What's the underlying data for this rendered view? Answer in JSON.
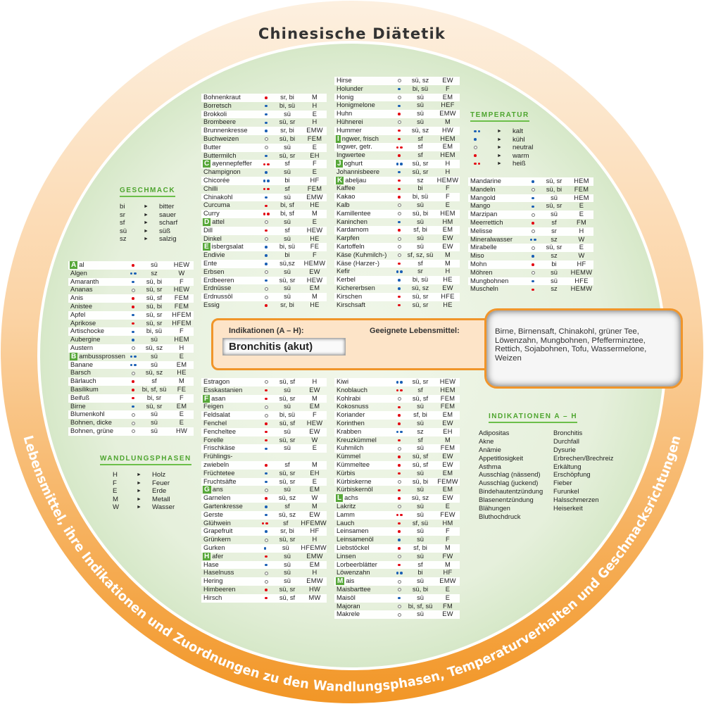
{
  "title": "Chinesische Diätetik",
  "subtitle": "Lebensmittel, ihre Indikationen und Zuordnungen zu den Wandlungsphasen, Temperaturverhalten und Geschmacksrichtungen",
  "colors": {
    "ring_top": "#fdebd6",
    "ring_bottom": "#f29626",
    "inner": "#dcebd0",
    "badge": "#58a83a",
    "cold": "#1a5fb4",
    "warm": "#e30613"
  },
  "geschmack": {
    "title": "GESCHMACK",
    "items": [
      [
        "bi",
        "bitter"
      ],
      [
        "sr",
        "sauer"
      ],
      [
        "sf",
        "scharf"
      ],
      [
        "sü",
        "süß"
      ],
      [
        "sz",
        "salzig"
      ]
    ]
  },
  "temperatur": {
    "title": "TEMPERATUR",
    "items": [
      [
        "2b",
        "kalt"
      ],
      [
        "b",
        "kühl"
      ],
      [
        "o",
        "neutral"
      ],
      [
        "r",
        "warm"
      ],
      [
        "2r",
        "heiß"
      ]
    ]
  },
  "wandlungsphasen": {
    "title": "WANDLUNGSPHASEN",
    "items": [
      [
        "H",
        "Holz"
      ],
      [
        "F",
        "Feuer"
      ],
      [
        "E",
        "Erde"
      ],
      [
        "M",
        "Metall"
      ],
      [
        "W",
        "Wasser"
      ]
    ]
  },
  "indikationen": {
    "title": "INDIKATIONEN A – H",
    "col1": [
      "Adipositas",
      "Akne",
      "Anämie",
      "Appetitlosigkeit",
      "Asthma",
      "Ausschlag (nässend)",
      "Ausschlag (juckend)",
      "Bindehautentzündung",
      "Blasenentzündung",
      "Blähungen",
      "Bluthochdruck"
    ],
    "col2": [
      "Bronchitis",
      "Durchfall",
      "Dysurie",
      "Erbrechen/Brechreiz",
      "Erkältung",
      "Erschöpfung",
      "Fieber",
      "Furunkel",
      "Halsschmerzen",
      "Heiserkeit"
    ]
  },
  "panel": {
    "indication_label": "Indikationen (A – H):",
    "indication_value": "Bronchitis (akut)",
    "foods_label": "Geeignete Lebensmittel:",
    "foods": "Birne, Birnensaft, Chinakohl, grüner Tee, Löwenzahn, Mungbohnen, Pfefferminztee, Rettich, Sojabohnen, Tofu, Wassermelone, Weizen"
  },
  "tables": [
    {
      "rows": [
        [
          "Aal",
          "r",
          "sü",
          "HEW",
          1
        ],
        [
          "Algen",
          "2b",
          "sz",
          "W"
        ],
        [
          "Amaranth",
          "b",
          "sü, bi",
          "F"
        ],
        [
          "Ananas",
          "o",
          "sü, sr",
          "HEW"
        ],
        [
          "Anis",
          "r",
          "sü, sf",
          "FEM"
        ],
        [
          "Anistee",
          "r",
          "sü, bi",
          "FEM"
        ],
        [
          "Apfel",
          "b",
          "sü, sr",
          "HFEM"
        ],
        [
          "Aprikose",
          "r",
          "sü, sr",
          "HFEM"
        ],
        [
          "Artischocke",
          "b",
          "bi, sü",
          "F"
        ],
        [
          "Aubergine",
          "b",
          "sü",
          "HEM"
        ],
        [
          "Austern",
          "o",
          "sü, sz",
          "H"
        ],
        [
          "Bambussprossen",
          "2b",
          "sü",
          "E",
          1
        ],
        [
          "Banane",
          "2b",
          "sü",
          "EM"
        ],
        [
          "Barsch",
          "o",
          "sü, sz",
          "HE"
        ],
        [
          "Bärlauch",
          "r",
          "sf",
          "M"
        ],
        [
          "Basilikum",
          "r",
          "bi, sf, sü",
          "FE"
        ],
        [
          "Beifuß",
          "r",
          "bi, sr",
          "F"
        ],
        [
          "Birne",
          "b",
          "sü, sr",
          "EM"
        ],
        [
          "Blumenkohl",
          "o",
          "sü",
          "E"
        ],
        [
          "Bohnen, dicke",
          "o",
          "sü",
          "E"
        ],
        [
          "Bohnen, grüne",
          "o",
          "sü",
          "HW"
        ]
      ]
    },
    {
      "rows": [
        [
          "Bohnenkraut",
          "r",
          "sr, bi",
          "M"
        ],
        [
          "Borretsch",
          "b",
          "bi, sü",
          "H"
        ],
        [
          "Brokkoli",
          "b",
          "sü",
          "E"
        ],
        [
          "Brombeere",
          "b",
          "sü, sr",
          "H"
        ],
        [
          "Brunnenkresse",
          "b",
          "sr, bi",
          "EMW"
        ],
        [
          "Buchweizen",
          "o",
          "sü, bi",
          "FEM"
        ],
        [
          "Butter",
          "o",
          "sü",
          "E"
        ],
        [
          "Buttermilch",
          "b",
          "sü, sr",
          "EH"
        ],
        [
          "Cayennepfeffer",
          "2r",
          "sf",
          "F",
          1
        ],
        [
          "Champignon",
          "b",
          "sü",
          "E"
        ],
        [
          "Chicorée",
          "2b",
          "bi",
          "HF"
        ],
        [
          "Chilli",
          "2r",
          "sf",
          "FEM"
        ],
        [
          "Chinakohl",
          "b",
          "sü",
          "EMW"
        ],
        [
          "Curcuma",
          "r",
          "bi, sf",
          "HE"
        ],
        [
          "Curry",
          "2r",
          "bi, sf",
          "M"
        ],
        [
          "Dattel",
          "o",
          "sü",
          "E",
          1
        ],
        [
          "Dill",
          "r",
          "sf",
          "HEW"
        ],
        [
          "Dinkel",
          "o",
          "sü",
          "HE"
        ],
        [
          "Eisbergsalat",
          "b",
          "bi, sü",
          "FE",
          1
        ],
        [
          "Endivie",
          "b",
          "bi",
          "F"
        ],
        [
          "Ente",
          "b",
          "sü,sz",
          "HEMW"
        ],
        [
          "Erbsen",
          "o",
          "sü",
          "EW"
        ],
        [
          "Erdbeeren",
          "b",
          "sü, sr",
          "HEW"
        ],
        [
          "Erdnüsse",
          "o",
          "sü",
          "EM"
        ],
        [
          "Erdnussöl",
          "o",
          "sü",
          "M"
        ],
        [
          "Essig",
          "r",
          "sr, bi",
          "HE"
        ]
      ]
    },
    {
      "rows": [
        [
          "Hirse",
          "o",
          "sü, sz",
          "EW"
        ],
        [
          "Holunder",
          "b",
          "bi, sü",
          "F"
        ],
        [
          "Honig",
          "o",
          "sü",
          "EM"
        ],
        [
          "Honigmelone",
          "b",
          "sü",
          "HEF"
        ],
        [
          "Huhn",
          "r",
          "sü",
          "EMW"
        ],
        [
          "Hühnerei",
          "o",
          "sü",
          "M"
        ],
        [
          "Hummer",
          "r",
          "sü, sz",
          "HW"
        ],
        [
          "Ingwer, frisch",
          "r",
          "sf",
          "HEM",
          1
        ],
        [
          "Ingwer, getr.",
          "2r",
          "sf",
          "EM"
        ],
        [
          "Ingwertee",
          "r",
          "sf",
          "HEM"
        ],
        [
          "Joghurt",
          "2b",
          "sü, sr",
          "H",
          1
        ],
        [
          "Johannisbeere",
          "b",
          "sü, sr",
          "H"
        ],
        [
          "Kabeljau",
          "r",
          "sz",
          "HEMW",
          1
        ],
        [
          "Kaffee",
          "r",
          "bi",
          "F"
        ],
        [
          "Kakao",
          "r",
          "bi, sü",
          "F"
        ],
        [
          "Kalb",
          "o",
          "sü",
          "E"
        ],
        [
          "Kamillentee",
          "o",
          "sü, bi",
          "HEM"
        ],
        [
          "Kaninchen",
          "b",
          "sü",
          "HM"
        ],
        [
          "Kardamom",
          "r",
          "sf, bi",
          "EM"
        ],
        [
          "Karpfen",
          "o",
          "sü",
          "EW"
        ],
        [
          "Kartoffeln",
          "o",
          "sü",
          "EW"
        ],
        [
          "Käse (Kuhmilch-)",
          "o",
          "sf, sz, sü",
          "M"
        ],
        [
          "Käse (Harzer-)",
          "r",
          "sf",
          "M"
        ],
        [
          "Kefir",
          "2b",
          "sr",
          "H"
        ],
        [
          "Kerbel",
          "b",
          "bi, sü",
          "HE"
        ],
        [
          "Kichererbsen",
          "b",
          "sü, sz",
          "EW"
        ],
        [
          "Kirschen",
          "r",
          "sü, sr",
          "HFE"
        ],
        [
          "Kirschsaft",
          "r",
          "sü, sr",
          "HE"
        ]
      ]
    },
    {
      "rows": [
        [
          "Mandarine",
          "b",
          "sü, sr",
          "HEM"
        ],
        [
          "Mandeln",
          "o",
          "sü, bi",
          "FEM"
        ],
        [
          "Mangold",
          "b",
          "sü",
          "HEM"
        ],
        [
          "Mango",
          "b",
          "sü, sr",
          "E"
        ],
        [
          "Marzipan",
          "o",
          "sü",
          "E"
        ],
        [
          "Meerrettich",
          "r",
          "sf",
          "FM"
        ],
        [
          "Melisse",
          "o",
          "sr",
          "H"
        ],
        [
          "Mineralwasser",
          "2b",
          "sz",
          "W"
        ],
        [
          "Mirabelle",
          "o",
          "sü, sr",
          "E"
        ],
        [
          "Miso",
          "b",
          "sz",
          "W"
        ],
        [
          "Mohn",
          "r",
          "bi",
          "HF"
        ],
        [
          "Möhren",
          "o",
          "sü",
          "HEMW"
        ],
        [
          "Mungbohnen",
          "b",
          "sü",
          "HFE"
        ],
        [
          "Muscheln",
          "r",
          "sz",
          "HEMW"
        ]
      ]
    },
    {
      "rows": [
        [
          "Estragon",
          "o",
          "sü, sf",
          "H"
        ],
        [
          "Esskastanien",
          "r",
          "sü",
          "EW"
        ],
        [
          "Fasan",
          "r",
          "sü, sr",
          "M",
          1
        ],
        [
          "Feigen",
          "o",
          "sü",
          "EM"
        ],
        [
          "Feldsalat",
          "o",
          "bi, sü",
          "F"
        ],
        [
          "Fenchel",
          "r",
          "sü, sf",
          "HEW"
        ],
        [
          "Fencheltee",
          "r",
          "sü",
          "EW"
        ],
        [
          "Forelle",
          "r",
          "sü, sr",
          "W"
        ],
        [
          "Frischkäse",
          "b",
          "sü",
          "E"
        ],
        [
          "Frühlings-",
          "",
          "",
          ""
        ],
        [
          "zwiebeln",
          "r",
          "sf",
          "M"
        ],
        [
          "Früchtetee",
          "b",
          "sü, sr",
          "EH"
        ],
        [
          "Fruchtsäfte",
          "b",
          "sü, sr",
          "E"
        ],
        [
          "Gans",
          "o",
          "sü",
          "EM",
          1
        ],
        [
          "Garnelen",
          "r",
          "sü, sz",
          "W"
        ],
        [
          "Gartenkresse",
          "b",
          "sf",
          "M"
        ],
        [
          "Gerste",
          "b",
          "sü, sz",
          "EW"
        ],
        [
          "Glühwein",
          "2r",
          "sf",
          "HFEMW"
        ],
        [
          "Grapefruit",
          "b",
          "sr, bi",
          "HF"
        ],
        [
          "Grünkern",
          "o",
          "sü, sr",
          "H"
        ],
        [
          "Gurken",
          "b",
          "sü",
          "HFEMW"
        ],
        [
          "Hafer",
          "r",
          "sü",
          "EMW",
          1
        ],
        [
          "Hase",
          "b",
          "sü",
          "EM"
        ],
        [
          "Haselnuss",
          "o",
          "sü",
          "H"
        ],
        [
          "Hering",
          "o",
          "sü",
          "EMW"
        ],
        [
          "Himbeeren",
          "r",
          "sü, sr",
          "HW"
        ],
        [
          "Hirsch",
          "r",
          "sü, sf",
          "MW"
        ]
      ]
    },
    {
      "rows": [
        [
          "Kiwi",
          "2b",
          "sü, sr",
          "HEW"
        ],
        [
          "Knoblauch",
          "2r",
          "sf",
          "HEM"
        ],
        [
          "Kohlrabi",
          "o",
          "sü, sf",
          "FEM"
        ],
        [
          "Kokosnuss",
          "r",
          "sü",
          "FEM"
        ],
        [
          "Koriander",
          "r",
          "sf, bi",
          "EM"
        ],
        [
          "Korinthen",
          "r",
          "sü",
          "EW"
        ],
        [
          "Krabben",
          "2b",
          "sz",
          "EH"
        ],
        [
          "Kreuzkümmel",
          "r",
          "sf",
          "M"
        ],
        [
          "Kuhmilch",
          "o",
          "sü",
          "FEM"
        ],
        [
          "Kümmel",
          "r",
          "sü, sf",
          "EW"
        ],
        [
          "Kümmeltee",
          "r",
          "sü, sf",
          "EW"
        ],
        [
          "Kürbis",
          "r",
          "sü",
          "EM"
        ],
        [
          "Kürbiskerne",
          "o",
          "sü, bi",
          "FEMW"
        ],
        [
          "Kürbiskernöl",
          "r",
          "sü",
          "EM"
        ],
        [
          "Lachs",
          "r",
          "sü, sz",
          "EW",
          1
        ],
        [
          "Lakritz",
          "o",
          "sü",
          "E"
        ],
        [
          "Lamm",
          "2r",
          "sü",
          "FEW"
        ],
        [
          "Lauch",
          "r",
          "sf, sü",
          "HM"
        ],
        [
          "Leinsamen",
          "r",
          "sü",
          "F"
        ],
        [
          "Leinsamenöl",
          "b",
          "sü",
          "F"
        ],
        [
          "Liebstöckel",
          "r",
          "sf, bi",
          "M"
        ],
        [
          "Linsen",
          "o",
          "sü",
          "FW"
        ],
        [
          "Lorbeerblätter",
          "r",
          "sf",
          "M"
        ],
        [
          "Löwenzahn",
          "2b",
          "bi",
          "HF"
        ],
        [
          "Mais",
          "o",
          "sü",
          "EMW",
          1
        ],
        [
          "Maisbarttee",
          "o",
          "sü, bi",
          "E"
        ],
        [
          "Maisöl",
          "b",
          "sü",
          "E"
        ],
        [
          "Majoran",
          "o",
          "bi, sf, sü",
          "FM"
        ],
        [
          "Makrele",
          "o",
          "sü",
          "EW"
        ]
      ]
    }
  ]
}
